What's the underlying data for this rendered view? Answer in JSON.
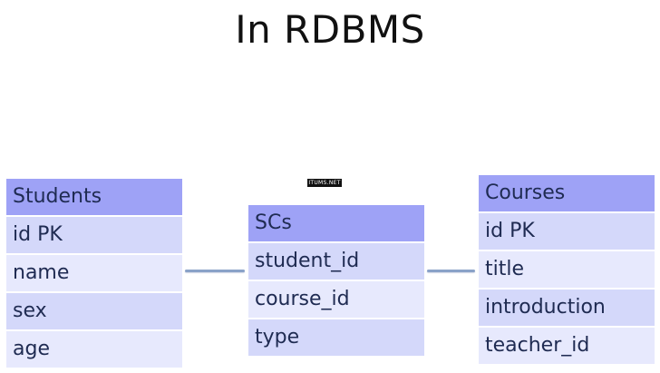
{
  "title": "In RDBMS",
  "watermark": "ITUMS.NET",
  "tables": [
    {
      "name": "Students",
      "fields": [
        "id PK",
        "name",
        "sex",
        "age"
      ]
    },
    {
      "name": "SCs",
      "fields": [
        "student_id",
        "course_id",
        "type"
      ]
    },
    {
      "name": "Courses",
      "fields": [
        "id PK",
        "title",
        "introduction",
        "teacher_id"
      ]
    }
  ],
  "colors": {
    "header": "#9ea2f6",
    "row_alt_1": "#d4d8fa",
    "row_alt_2": "#e7e9fd",
    "connector": "#8aa2c8"
  }
}
